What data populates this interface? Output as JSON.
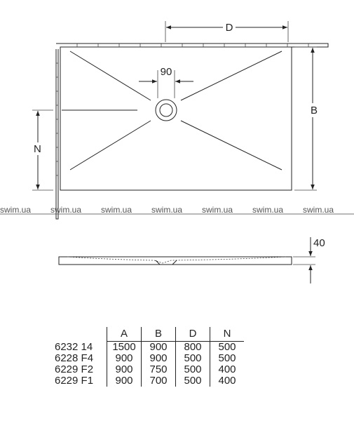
{
  "top_view": {
    "dim_D": "D",
    "dim_B": "B",
    "dim_N": "N",
    "dim_drain": "90"
  },
  "watermark": [
    "swim.ua",
    "swim.ua",
    "swim.ua",
    "swim.ua",
    "swim.ua",
    "swim.ua",
    "swim.ua"
  ],
  "side_view": {
    "dim_height": "40"
  },
  "table": {
    "headers": [
      "",
      "A",
      "B",
      "D",
      "N"
    ],
    "rows": [
      [
        "6232 14",
        "1500",
        "900",
        "800",
        "500"
      ],
      [
        "6228 F4",
        "900",
        "900",
        "500",
        "500"
      ],
      [
        "6229 F2",
        "900",
        "750",
        "500",
        "400"
      ],
      [
        "6229 F1",
        "900",
        "700",
        "500",
        "400"
      ]
    ]
  }
}
